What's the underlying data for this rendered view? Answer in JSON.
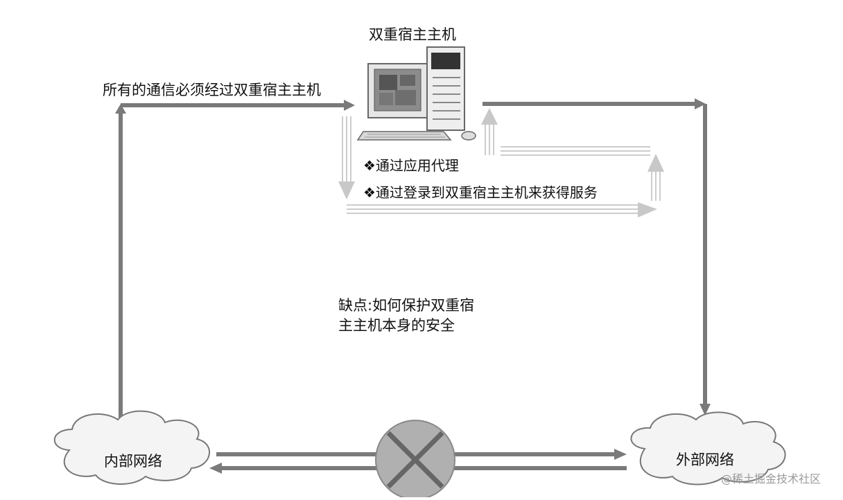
{
  "title": "双重宿主主机",
  "path_label": "所有的通信必须经过双重宿主主机",
  "methods": [
    "❖通过应用代理",
    "❖通过登录到双重宿主主机来获得服务"
  ],
  "drawback": {
    "line1": "缺点:如何保护双重宿",
    "line2": "主主机本身的安全"
  },
  "internal_network": "内部网络",
  "external_network": "外部网络",
  "watermark": "@稀土掘金技术社区",
  "colors": {
    "dark_arrow": "#7a7a7a",
    "light_arrow": "#c8c8c8",
    "cloud_fill": "#f4f4f4",
    "router_fill": "#b0b0b0"
  }
}
